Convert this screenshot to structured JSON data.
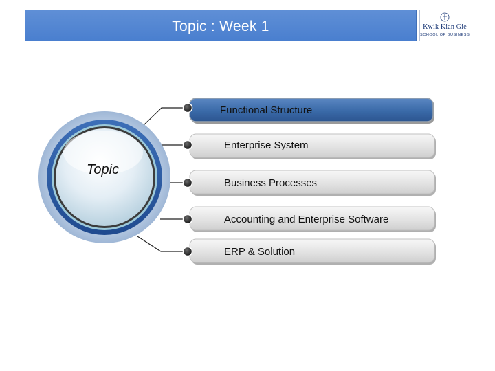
{
  "header": {
    "title": "Topic : Week 1"
  },
  "logo": {
    "name": "Kwik Kian Gie",
    "subtitle": "SCHOOL OF BUSINESS"
  },
  "diagram": {
    "hub_label": "Topic",
    "items": [
      {
        "label": "Functional Structure",
        "highlighted": true
      },
      {
        "label": "Enterprise System",
        "highlighted": false
      },
      {
        "label": "Business Processes",
        "highlighted": false
      },
      {
        "label": "Accounting and Enterprise Software",
        "highlighted": false
      },
      {
        "label": "ERP & Solution",
        "highlighted": false
      }
    ]
  },
  "colors": {
    "header_bg": "#4a7fcf",
    "highlight_bar": "#3a6aa8",
    "hub_ring": "#2f5ea8",
    "bar_grey": "#e6e6e6"
  }
}
